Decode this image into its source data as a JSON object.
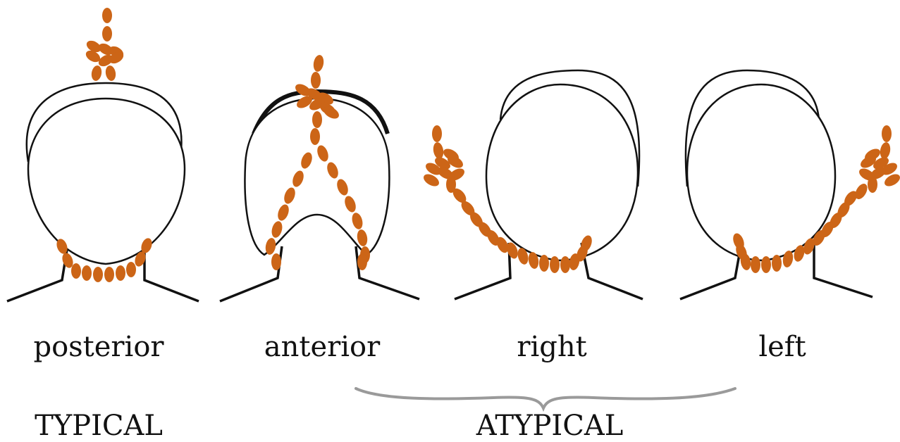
{
  "views": [
    {
      "id": "posterior",
      "label": "posterior"
    },
    {
      "id": "anterior",
      "label": "anterior"
    },
    {
      "id": "right",
      "label": "right"
    },
    {
      "id": "left",
      "label": "left"
    }
  ],
  "groups": {
    "typical": "TYPICAL",
    "atypical": "ATYPICAL"
  },
  "colors": {
    "node": "#CC6517",
    "outline": "#111111",
    "brace": "#9a9a9a",
    "background": "#ffffff"
  }
}
